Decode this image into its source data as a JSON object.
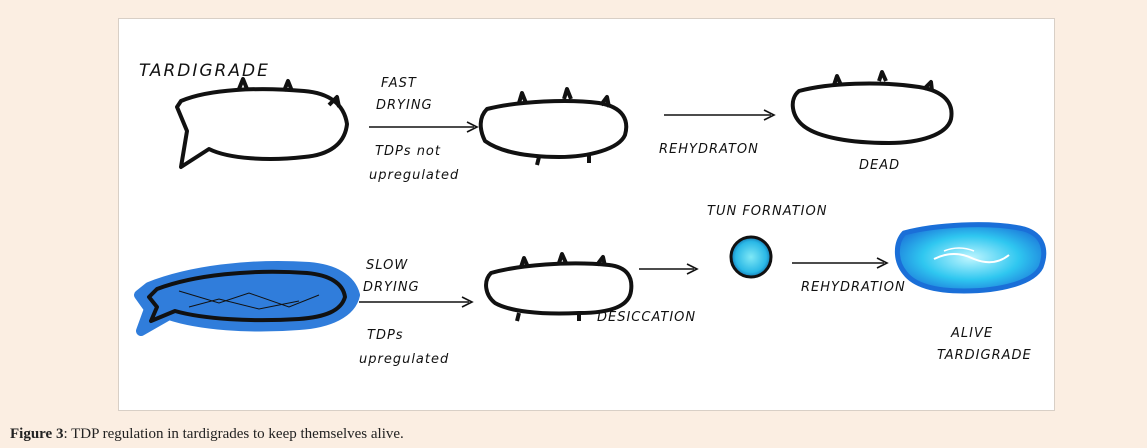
{
  "labels": {
    "tardigrade": "TARDIGRADE",
    "fast_drying_1": "FAST",
    "fast_drying_2": "DRYING",
    "tdps_not_1": "TDPs not",
    "tdps_not_2": "upregulated",
    "rehydraton": "REHYDRATON",
    "dead": "DEAD",
    "slow_drying_1": "SLOW",
    "slow_drying_2": "DRYING",
    "tdps_up_1": "TDPs",
    "tdps_up_2": "upregulated",
    "desiccation": "DESICCATION",
    "tun_formation": "TUN FORNATION",
    "rehydration": "REHYDRATION",
    "alive_1": "ALIVE",
    "alive_2": "TARDIGRADE"
  },
  "caption": {
    "label": "Figure 3",
    "text": ": TDP regulation in tardigrades to keep themselves alive."
  },
  "colors": {
    "background": "#fbeee2",
    "ink": "#111111",
    "alive_blue": "#1a6fd8",
    "cyan": "#3fd6f0"
  }
}
